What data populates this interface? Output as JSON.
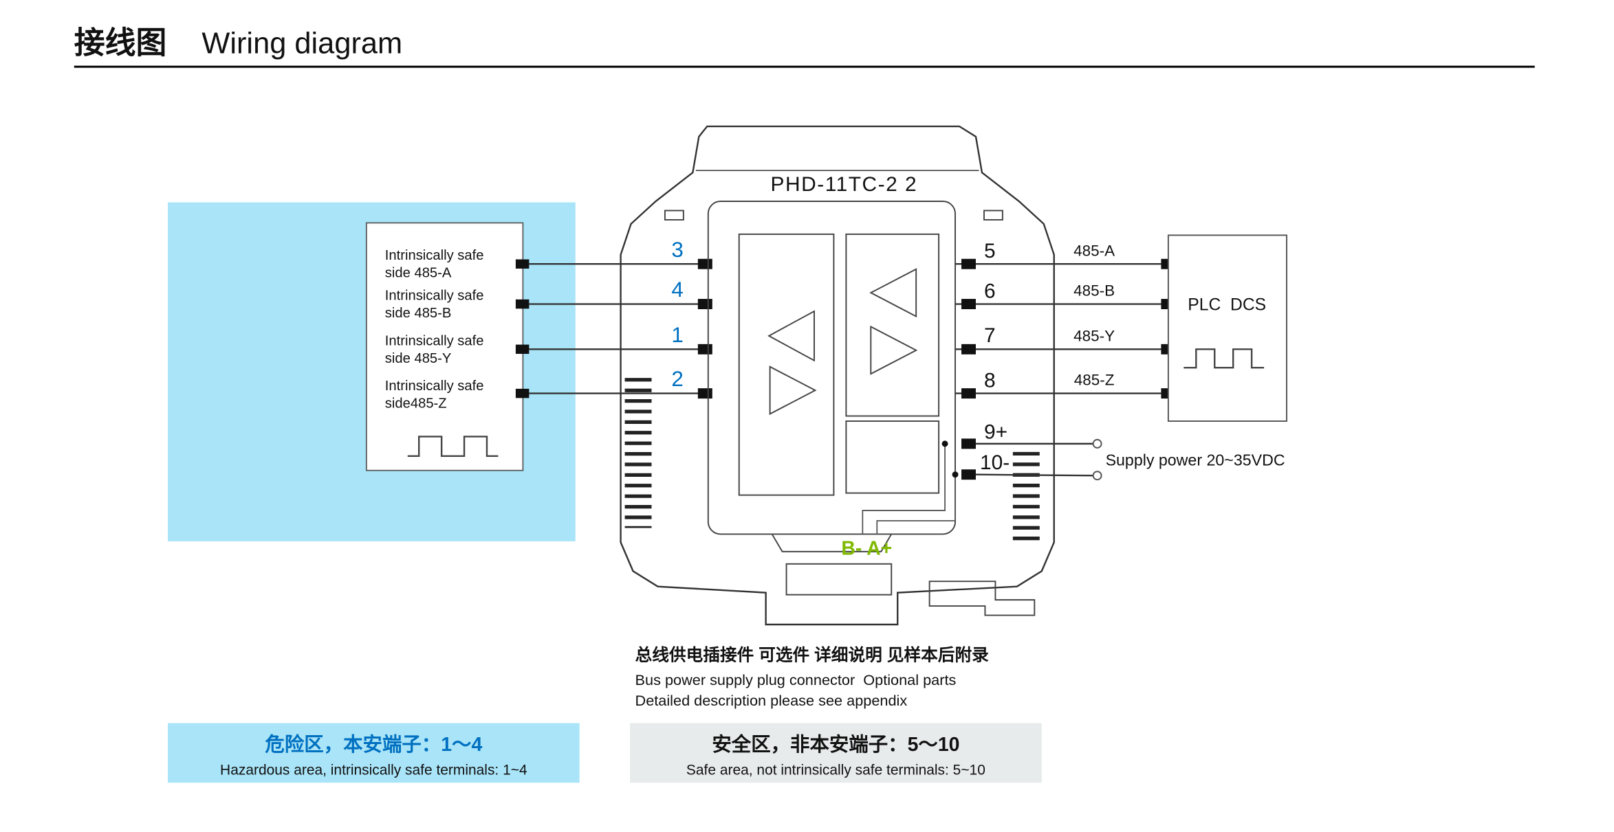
{
  "title": {
    "zh": "接线图",
    "en": "Wiring diagram"
  },
  "device": {
    "model": "PHD-11TC-2 2"
  },
  "hazard_labels": [
    {
      "line1": "Intrinsically safe",
      "line2": "side 485-A"
    },
    {
      "line1": "Intrinsically safe",
      "line2": "side 485-B"
    },
    {
      "line1": "Intrinsically safe",
      "line2": "side 485-Y"
    },
    {
      "line1": "Intrinsically safe",
      "line2": "side485-Z"
    }
  ],
  "left_terminals": [
    "3",
    "4",
    "1",
    "2"
  ],
  "right_terminals": [
    "5",
    "6",
    "7",
    "8",
    "9+",
    "10-"
  ],
  "wire_labels": [
    "485-A",
    "485-B",
    "485-Y",
    "485-Z"
  ],
  "plc": {
    "label": "PLC  DCS"
  },
  "supply": {
    "label": "Supply power 20~35VDC"
  },
  "bus": {
    "polarity": "B- A+"
  },
  "notes": {
    "zh": "总线供电插接件 可选件 详细说明 见样本后附录",
    "en1": "Bus power supply plug connector  Optional parts",
    "en2": "Detailed description please see appendix"
  },
  "zones": {
    "hazardous": {
      "zh": "危险区，本安端子：1～4",
      "en": "Hazardous area, intrinsically safe terminals: 1~4"
    },
    "safe": {
      "zh": "安全区，非本安端子：5～10",
      "en": "Safe area, not intrinsically safe terminals: 5~10"
    }
  },
  "colors": {
    "zone_blue": "#a9e4f8",
    "terminal_blue": "#0070c0",
    "bus_green": "#7fb900",
    "safe_gray": "#e8ebeb"
  }
}
